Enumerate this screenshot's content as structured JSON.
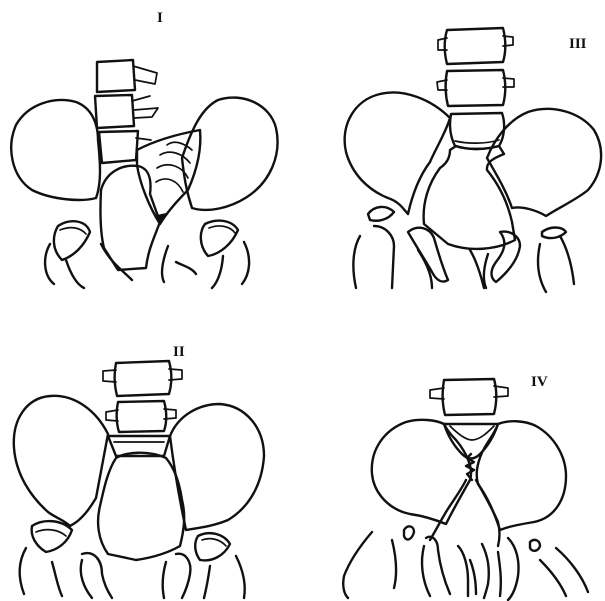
{
  "panels": [
    {
      "id": "I",
      "label": "I"
    },
    {
      "id": "III",
      "label": "III"
    },
    {
      "id": "II",
      "label": "II"
    },
    {
      "id": "IV",
      "label": "IV"
    }
  ]
}
